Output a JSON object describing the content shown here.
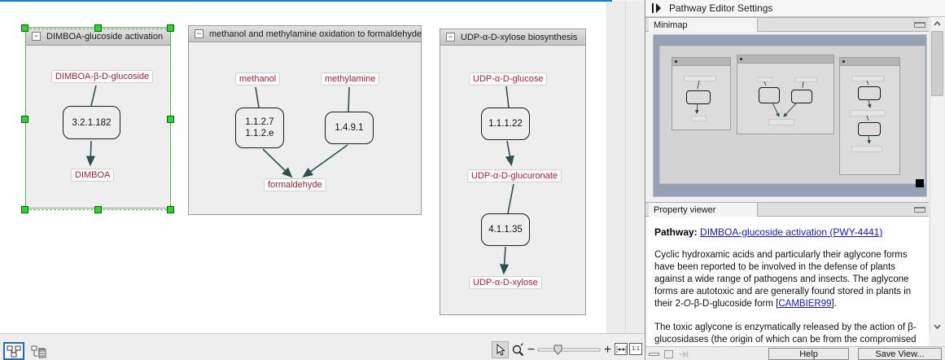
{
  "colors": {
    "accent_blue": "#0d82d8",
    "metabolite_red": "#a5253a",
    "selection_green": "#2bd62b",
    "link_blue": "#1515cc",
    "minimap_bg": "#96a1b5",
    "edge_dark": "#2f4f4f"
  },
  "canvas": {
    "pathways": [
      {
        "title": "DIMBOA-glucoside activation",
        "collapse": "−",
        "metabolites": [
          "DIMBOA-β-D-glucoside",
          "DIMBOA"
        ],
        "enzymes": [
          [
            "3.2.1.182"
          ]
        ]
      },
      {
        "title": "methanol and methylamine oxidation to formaldehyde",
        "collapse": "−",
        "metabolites": [
          "methanol",
          "methylamine",
          "formaldehyde"
        ],
        "enzymes": [
          [
            "1.1.2.7",
            "1.1.2.e"
          ],
          [
            "1.4.9.1"
          ]
        ]
      },
      {
        "title": "UDP-α-D-xylose biosynthesis",
        "collapse": "−",
        "metabolites": [
          "UDP-α-D-glucose",
          "UDP-α-D-glucuronate",
          "UDP-α-D-xylose"
        ],
        "enzymes": [
          [
            "1.1.1.22"
          ],
          [
            "4.1.1.35"
          ]
        ]
      }
    ]
  },
  "editor_toolbar": {
    "zoom_out": "−",
    "zoom_in": "+",
    "one_to_one": "1:1"
  },
  "side_panel": {
    "title": "Pathway Editor Settings",
    "minimap_label": "Minimap",
    "property_viewer_label": "Property viewer",
    "property": {
      "field_label": "Pathway:",
      "pathway_link": "DIMBOA-glucoside activation (PWY-4441)",
      "para1_a": "Cyclic hydroxamic acids and particularly their aglycone forms have been reported to be involved in the defense of plants against a wide range of pathogens and insects. The aglycone forms are autotoxic and are generally found stored in plants in their 2-",
      "para1_italic": "O",
      "para1_b": "-β-D-glucoside form [",
      "para1_ref": "CAMBIER99",
      "para1_c": "].",
      "para2": "The toxic aglycone is enzymatically released by the action of β-glucosidases (the origin of which can be from the compromised plant"
    },
    "help_button": "Help",
    "save_view_button": "Save View..."
  }
}
